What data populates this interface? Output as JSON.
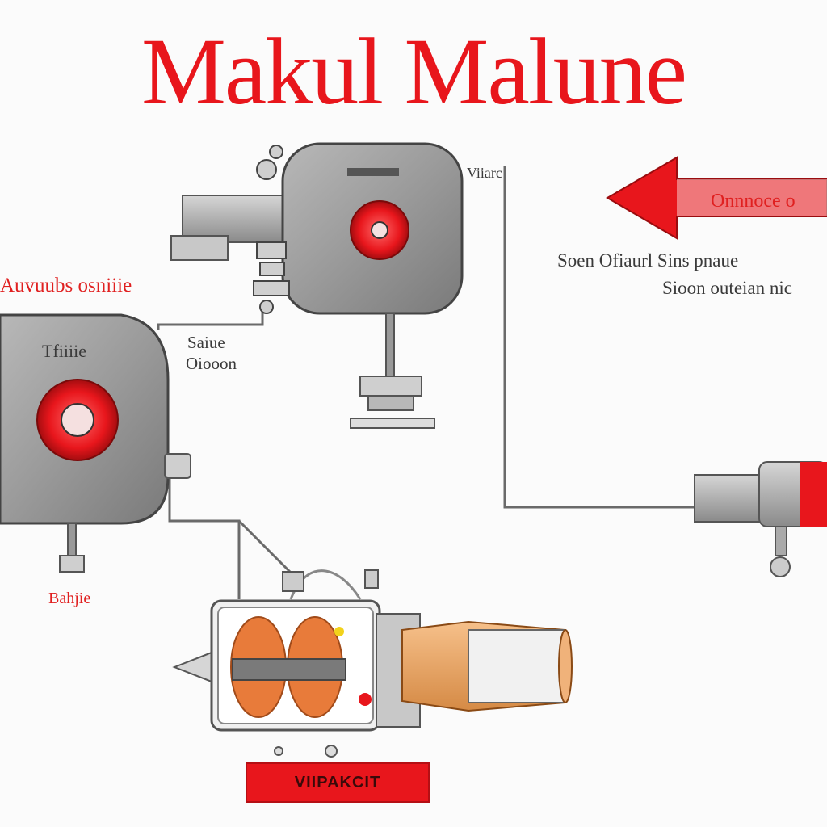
{
  "title": "Makul Malune",
  "labels": {
    "left_heading": "Auvuubs osniiie",
    "left_unit_face": "Tfiiiie",
    "mid_label_line1": "Saiue",
    "mid_label_line2": "Oiooon",
    "top_right_small": "Viiarc",
    "arrow_label": "Onnnoce o",
    "desc_line1": "Soen Ofiaurl Sins pnaue",
    "desc_line2": "Sioon outeian nic",
    "bottom_left": "Bahjie",
    "bottom_banner": "VIIPAKCIT"
  },
  "colors": {
    "accent": "#e8161c",
    "housing": "#9a9a9a",
    "line": "#6a6a6a",
    "cylinder_fill": "#e87b3a",
    "tube_fill": "#f0b27a"
  }
}
